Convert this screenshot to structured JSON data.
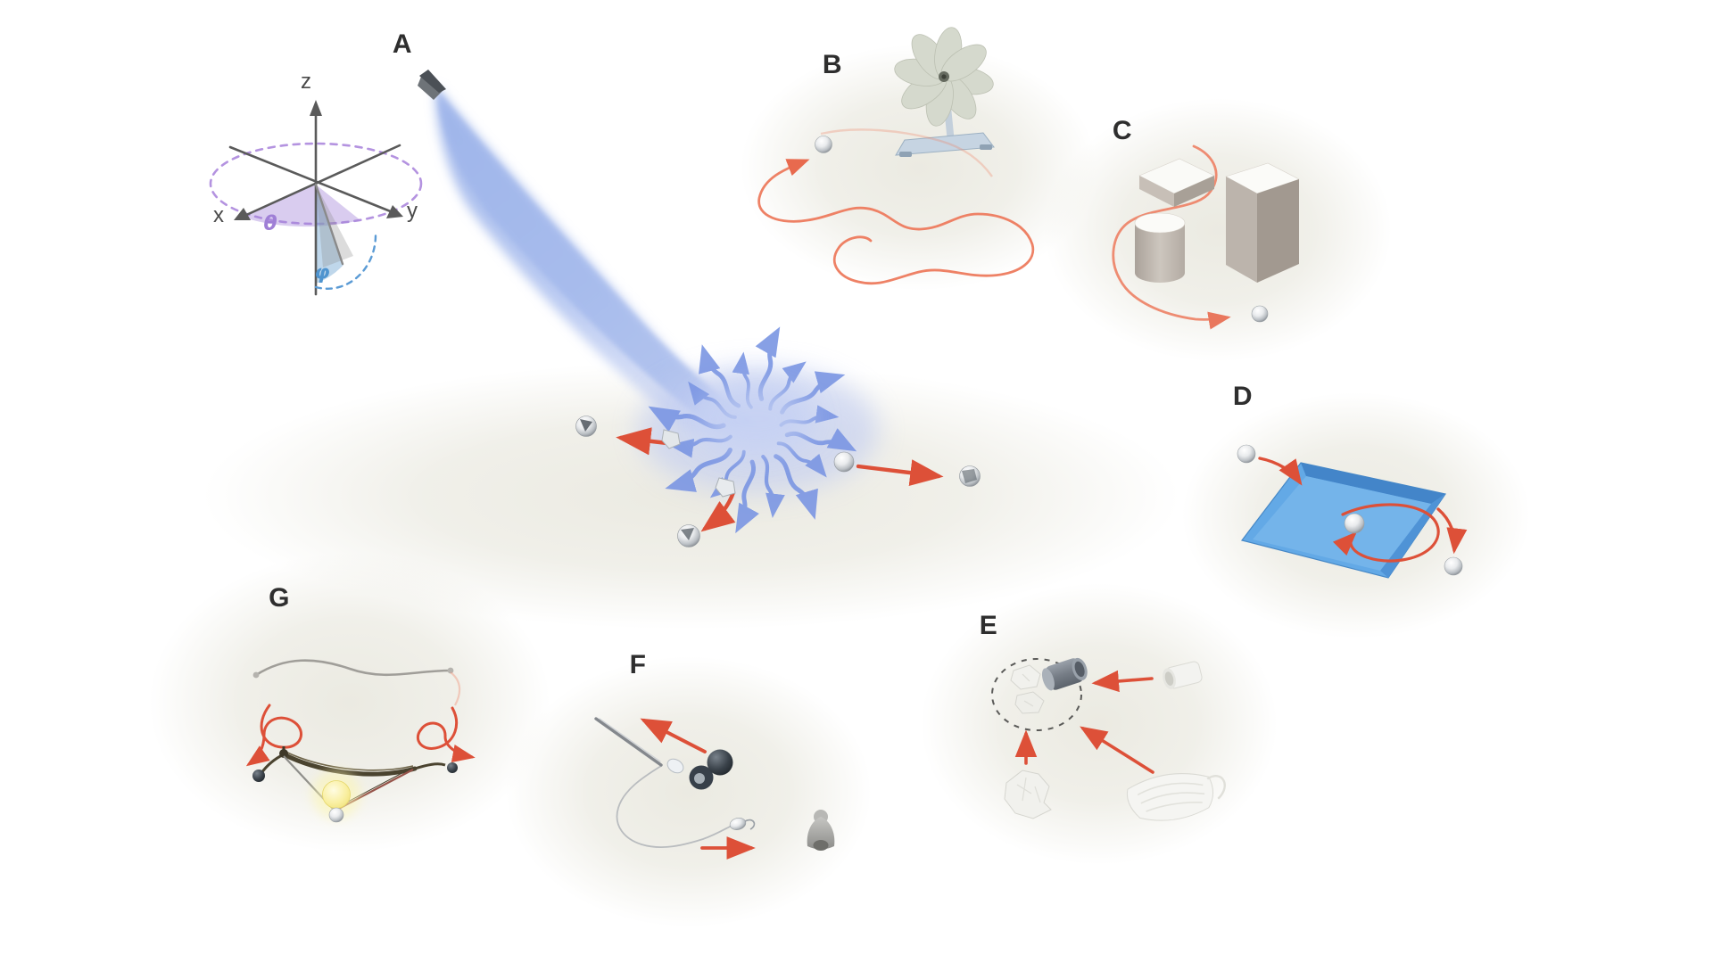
{
  "panels": {
    "A": {
      "label": "A",
      "axes": {
        "x": "x",
        "y": "y",
        "z": "z",
        "theta": "θ",
        "phi": "φ"
      }
    },
    "B": {
      "label": "B"
    },
    "C": {
      "label": "C"
    },
    "D": {
      "label": "D"
    },
    "E": {
      "label": "E"
    },
    "F": {
      "label": "F"
    },
    "G": {
      "label": "G"
    }
  },
  "colors": {
    "arrow_red": "#dd5038",
    "trajectory_orange": "#ee8165",
    "jet_blue": "#a7bbeb",
    "stream_blue": "#7b96e3",
    "pool_blue": "#63a9e6",
    "angle_theta_purple": "#9f7fd6",
    "angle_phi_blue": "#4f94cf",
    "ground_glow": "#eae9e0",
    "label_dark": "#2e2e2e"
  }
}
